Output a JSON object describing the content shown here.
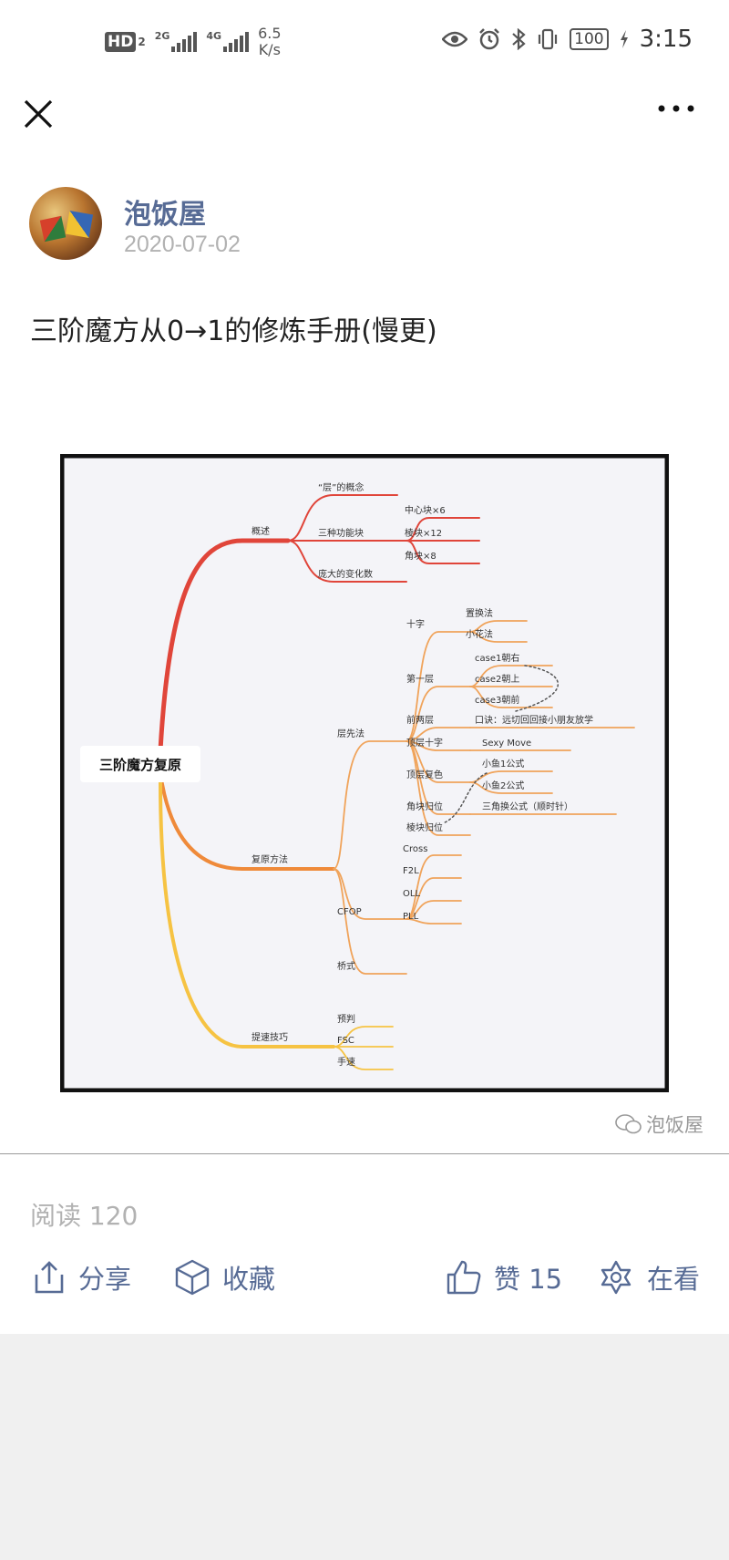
{
  "status_bar": {
    "hd": "HD",
    "hd_sub": "2",
    "net1": "2G",
    "net2": "4G",
    "speed_value": "6.5",
    "speed_unit": "K/s",
    "battery": "100",
    "time": "3:15"
  },
  "author": {
    "name": "泡饭屋",
    "date": "2020-07-02"
  },
  "article": {
    "title": "三阶魔方从0→1的修炼手册(慢更)"
  },
  "mindmap": {
    "root": "三阶魔方复原",
    "b_overview": "概述",
    "n_layer_concept": "“层”的概念",
    "n_three_blocks": "三种功能块",
    "n_center": "中心块×6",
    "n_edge": "棱块×12",
    "n_corner": "角块×8",
    "n_variations": "庞大的变化数",
    "b_methods": "复原方法",
    "n_layer_first": "层先法",
    "n_cross": "十字",
    "n_replace": "置换法",
    "n_flower": "小花法",
    "n_first_layer": "第一层",
    "n_case1": "case1朝右",
    "n_case2": "case2朝上",
    "n_case3": "case3朝前",
    "n_f2l": "前两层",
    "n_f2l_tip": "口诀：远切回回接小朋友放学",
    "n_top_cross": "顶层十字",
    "n_sexy": "Sexy Move",
    "n_top_color": "顶层复色",
    "n_fish1": "小鱼1公式",
    "n_fish2": "小鱼2公式",
    "n_corner_pos": "角块归位",
    "n_triangle": "三角换公式（顺时针）",
    "n_edge_pos": "棱块归位",
    "n_cfop": "CFOP",
    "n_cfop_cross": "Cross",
    "n_cfop_f2l": "F2L",
    "n_cfop_oll": "OLL",
    "n_cfop_pll": "PLL",
    "n_bridge": "桥式",
    "b_speed": "提速技巧",
    "n_predict": "预判",
    "n_fsc": "FSC",
    "n_hand": "手速"
  },
  "watermark": "泡饭屋",
  "footer": {
    "read_label": "阅读 120",
    "share": "分享",
    "favorite": "收藏",
    "like": "赞 15",
    "wow": "在看"
  },
  "icons": [
    "close-icon",
    "more-icon",
    "share-icon",
    "favorite-icon",
    "like-icon",
    "wow-icon",
    "wechat-icon"
  ],
  "colors": {
    "link": "#576b95",
    "muted": "#b2b2b2",
    "branch_red": "#e0453a",
    "branch_orange": "#f0a35a",
    "branch_yellow": "#f6c343"
  }
}
